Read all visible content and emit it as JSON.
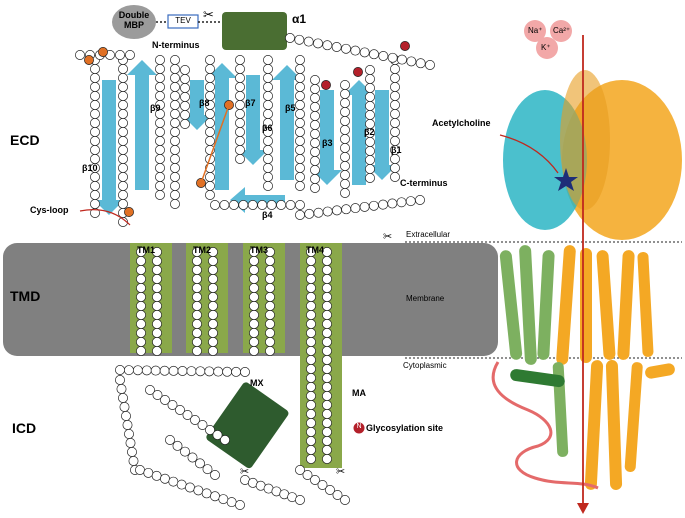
{
  "regions": {
    "ecd": "ECD",
    "tmd": "TMD",
    "icd": "ICD"
  },
  "tag": {
    "mbp": "Double MBP",
    "tev": "TEV",
    "n_terminus": "N-terminus",
    "c_terminus": "C-terminus",
    "alpha1": "α1"
  },
  "strands": [
    "β1",
    "β2",
    "β3",
    "β4",
    "β5",
    "β6",
    "β7",
    "β8",
    "β9",
    "β10"
  ],
  "cys_loop": "Cys-loop",
  "helices": [
    "TM1",
    "TM2",
    "TM3",
    "TM4"
  ],
  "mx": "MX",
  "ma": "MA",
  "boundaries": {
    "extracellular": "Extracellular",
    "membrane": "Membrane",
    "cytoplasmic": "Cytoplasmic"
  },
  "legend": {
    "glycosylation_marker": "N",
    "glycosylation_site": "Glycosylation site"
  },
  "ions": [
    "Na⁺",
    "Ca²⁺",
    "K⁺"
  ],
  "ligand": "Acetylcholine",
  "colors": {
    "membrane": "#808080",
    "helix_box": "#8aa84a",
    "mx_box": "#2e5b2e",
    "alpha1_box": "#4a6e32",
    "strand": "#5bb9d6",
    "glycosylation": "#b3202a",
    "cysteine": "#e07024",
    "subunit_teal": "#2bb5c4",
    "subunit_orange": "#f4a824",
    "subunit_green": "#7db060",
    "ion_circle": "#f2a8a8",
    "ion_arrow": "#c0281e"
  }
}
